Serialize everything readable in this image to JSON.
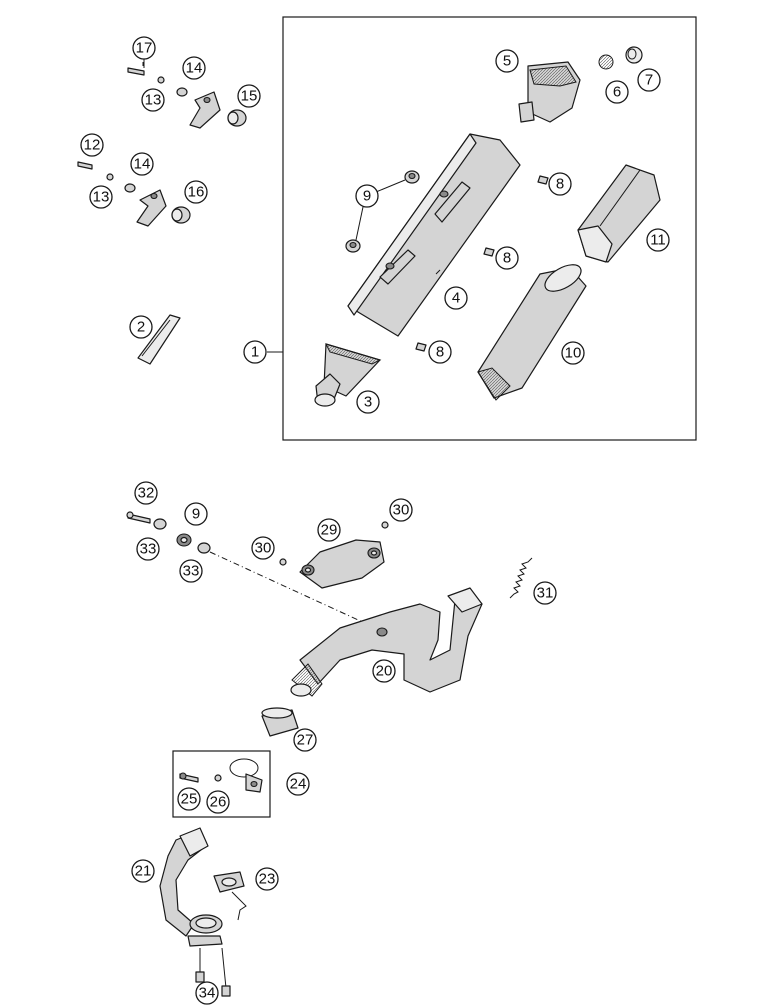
{
  "callouts": {
    "c1": "1",
    "c2": "2",
    "c3": "3",
    "c4": "4",
    "c5": "5",
    "c6": "6",
    "c7": "7",
    "c8a": "8",
    "c8b": "8",
    "c8c": "8",
    "c9a": "9",
    "c9b": "9",
    "c10": "10",
    "c11": "11",
    "c12": "12",
    "c13a": "13",
    "c13b": "13",
    "c14a": "14",
    "c14b": "14",
    "c15": "15",
    "c16": "16",
    "c17": "17",
    "c20": "20",
    "c21": "21",
    "c23": "23",
    "c24": "24",
    "c25": "25",
    "c26": "26",
    "c27": "27",
    "c29": "29",
    "c30a": "30",
    "c30b": "30",
    "c31": "31",
    "c32": "32",
    "c33a": "33",
    "c33b": "33",
    "c34": "34"
  },
  "colors": {
    "line": "#1a1a1a",
    "part_fill": "#d4d4d4",
    "background": "#ffffff"
  }
}
